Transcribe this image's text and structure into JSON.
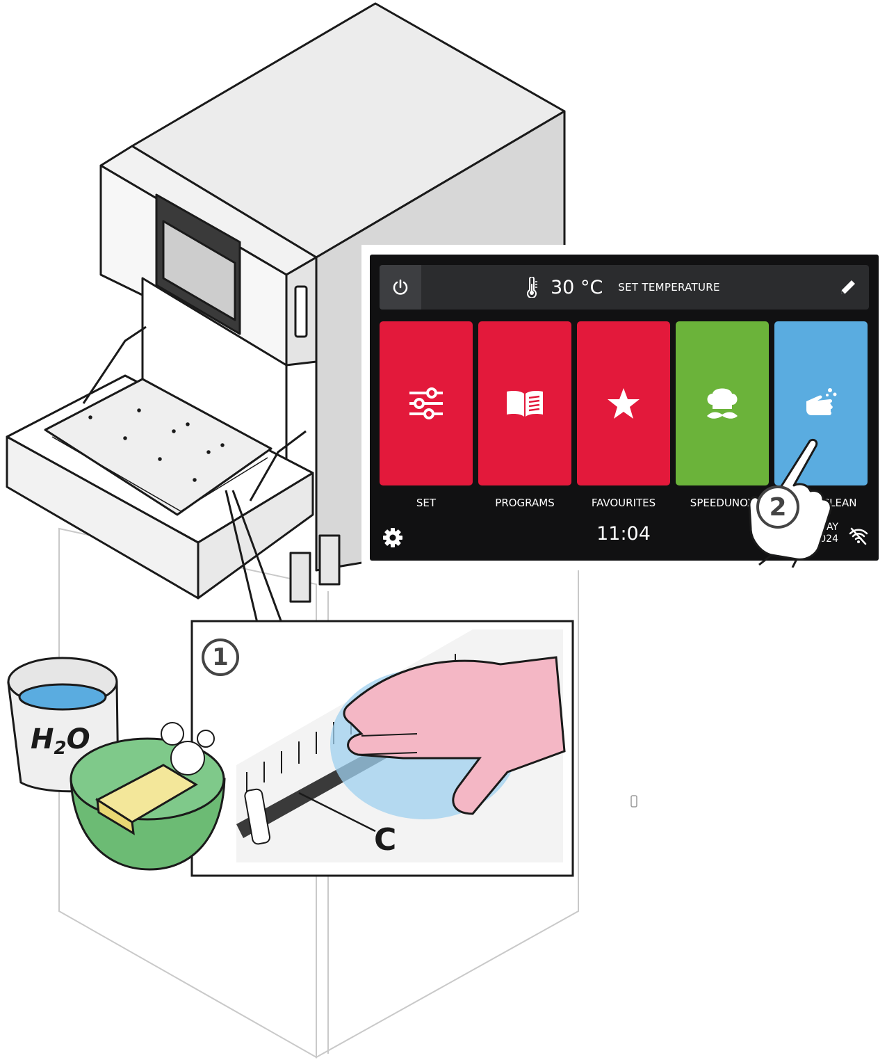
{
  "header": {
    "temperature": "30 °C",
    "set_temperature_label": "SET TEMPERATURE"
  },
  "tiles": [
    {
      "label": "SET",
      "color": "#e3193b",
      "icon": "sliders-icon"
    },
    {
      "label": "PROGRAMS",
      "color": "#e3193b",
      "icon": "book-icon"
    },
    {
      "label": "FAVOURITES",
      "color": "#e3193b",
      "icon": "star-icon"
    },
    {
      "label": "SPEEDUNOX",
      "color": "#6bb33a",
      "icon": "chef-icon"
    },
    {
      "label": "L CLEAN",
      "color": "#5aace0",
      "icon": "hand-wash-icon"
    }
  ],
  "footer": {
    "time": "11:04",
    "day": "NDAY",
    "date": "-02-2024"
  },
  "callouts": {
    "step_one": "1",
    "step_two": "2",
    "part_c": "C",
    "bucket": "H2O"
  },
  "colors": {
    "screen_background": "#111112",
    "header_bar": "#2b2c2e",
    "water": "#5aace0",
    "basin": "#6cbb74",
    "sponge": "#f3e79a",
    "glove": "#f4b7c5"
  }
}
